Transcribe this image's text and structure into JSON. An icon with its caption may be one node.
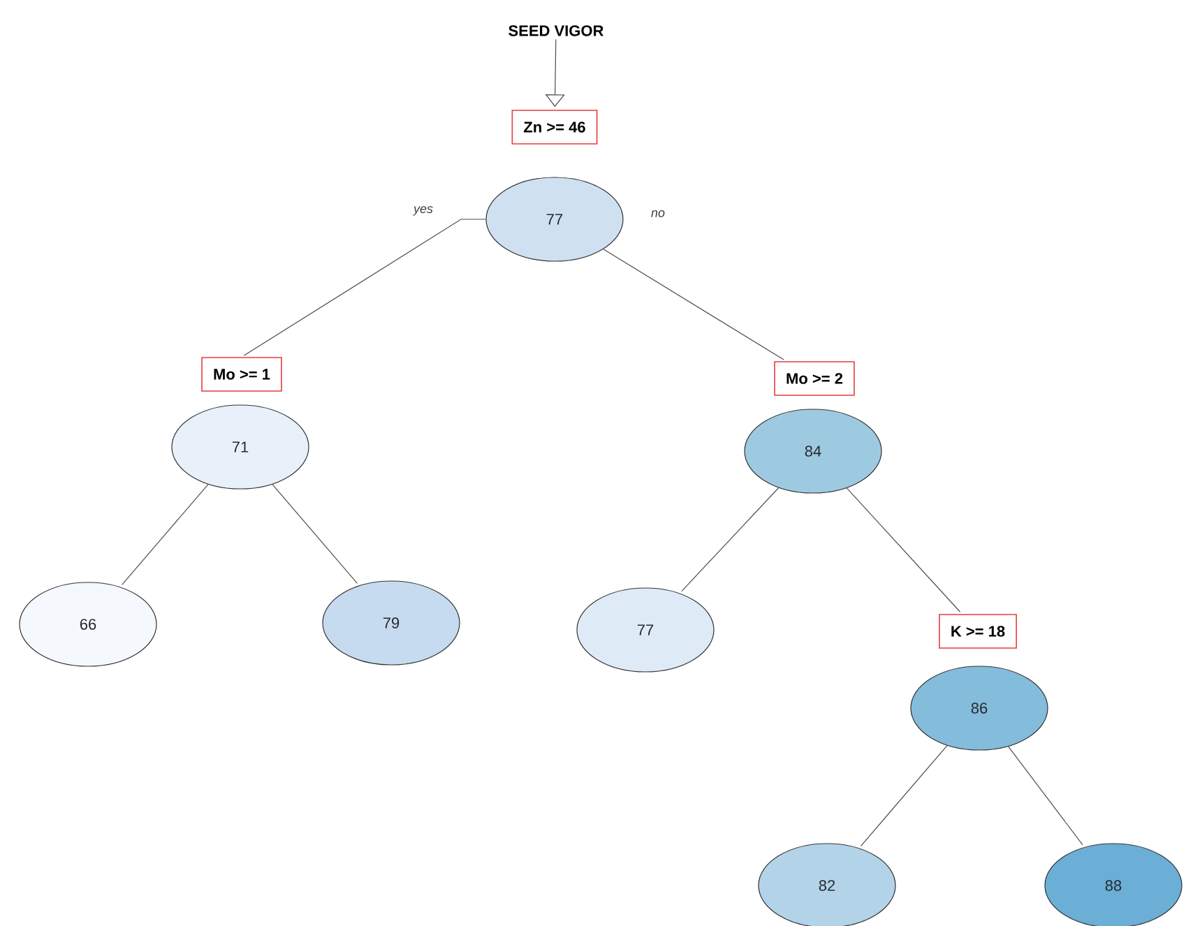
{
  "diagram": {
    "nodes": [
      {
        "text": [
          "SEED VIGOR"
        ]
      },
      {
        "text": [
          "Zn >= 46"
        ]
      },
      {
        "text": [
          "77"
        ]
      },
      {
        "text": [
          "Mo >= 1"
        ]
      },
      {
        "text": [
          "Mo >= 2"
        ]
      },
      {
        "text": [
          "71"
        ]
      },
      {
        "text": [
          "84"
        ]
      },
      {
        "text": [
          "66"
        ]
      },
      {
        "text": [
          "79"
        ]
      },
      {
        "text": [
          "77"
        ]
      },
      {
        "text": [
          "K >= 18"
        ]
      },
      {
        "text": [
          "86"
        ]
      },
      {
        "text": [
          "82"
        ]
      },
      {
        "text": [
          "88"
        ]
      }
    ],
    "edges": [
      {
        "from": 0,
        "to": 1,
        "arrow": "to"
      },
      {
        "from": 2,
        "to": 3,
        "arrow": "none",
        "label": "yes"
      },
      {
        "from": 2,
        "to": 4,
        "arrow": "none",
        "label": "no"
      },
      {
        "from": 5,
        "to": 7,
        "arrow": "none"
      },
      {
        "from": 5,
        "to": 8,
        "arrow": "none"
      },
      {
        "from": 6,
        "to": 9,
        "arrow": "none"
      },
      {
        "from": 6,
        "to": 10,
        "arrow": "none"
      },
      {
        "from": 11,
        "to": 12,
        "arrow": "none"
      },
      {
        "from": 11,
        "to": 13,
        "arrow": "none"
      }
    ]
  }
}
